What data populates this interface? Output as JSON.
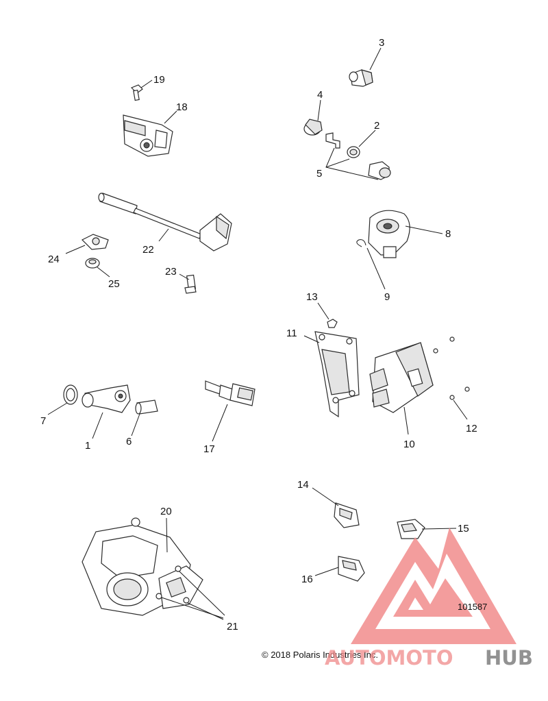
{
  "callouts": {
    "n1": "1",
    "n2": "2",
    "n3": "3",
    "n4": "4",
    "n5": "5",
    "n6": "6",
    "n7": "7",
    "n8": "8",
    "n9": "9",
    "n10": "10",
    "n11": "11",
    "n12": "12",
    "n13": "13",
    "n14": "14",
    "n15": "15",
    "n16": "16",
    "n17": "17",
    "n18": "18",
    "n19": "19",
    "n20": "20",
    "n21": "21",
    "n22": "22",
    "n23": "23",
    "n24": "24",
    "n25": "25"
  },
  "illustration_id": "101587",
  "copyright": "© 2018 Polaris Industries Inc.",
  "watermark": {
    "part1": "AUTOMOTO",
    "part2": "HUB",
    "color1": "#f08a8a",
    "color2": "#7f7f7f",
    "logo_color": "#f28c8c"
  }
}
